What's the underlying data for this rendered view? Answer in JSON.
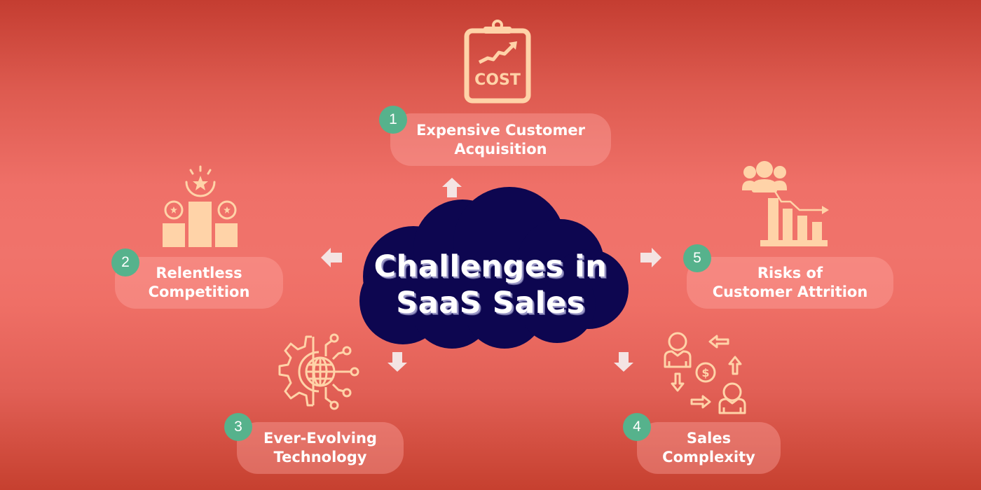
{
  "title": {
    "line1": "Challenges in",
    "line2": "SaaS Sales"
  },
  "colors": {
    "background_top": "#c43d31",
    "background_mid": "#f0736b",
    "cloud": "#0d0650",
    "badge": "#56b28c",
    "icon": "#ffd3a8",
    "arrow": "#f4e4e3"
  },
  "challenges": [
    {
      "number": "1",
      "line1": "Expensive Customer",
      "line2": "Acquisition",
      "icon": "cost-clipboard-icon"
    },
    {
      "number": "2",
      "line1": "Relentless",
      "line2": "Competition",
      "icon": "podium-stars-icon"
    },
    {
      "number": "3",
      "line1": "Ever-Evolving",
      "line2": "Technology",
      "icon": "gear-globe-circuit-icon"
    },
    {
      "number": "4",
      "line1": "Sales",
      "line2": "Complexity",
      "icon": "people-exchange-dollar-icon"
    },
    {
      "number": "5",
      "line1": "Risks of",
      "line2": "Customer Attrition",
      "icon": "customers-declining-chart-icon"
    }
  ],
  "icon_text": {
    "cost": "COST"
  }
}
